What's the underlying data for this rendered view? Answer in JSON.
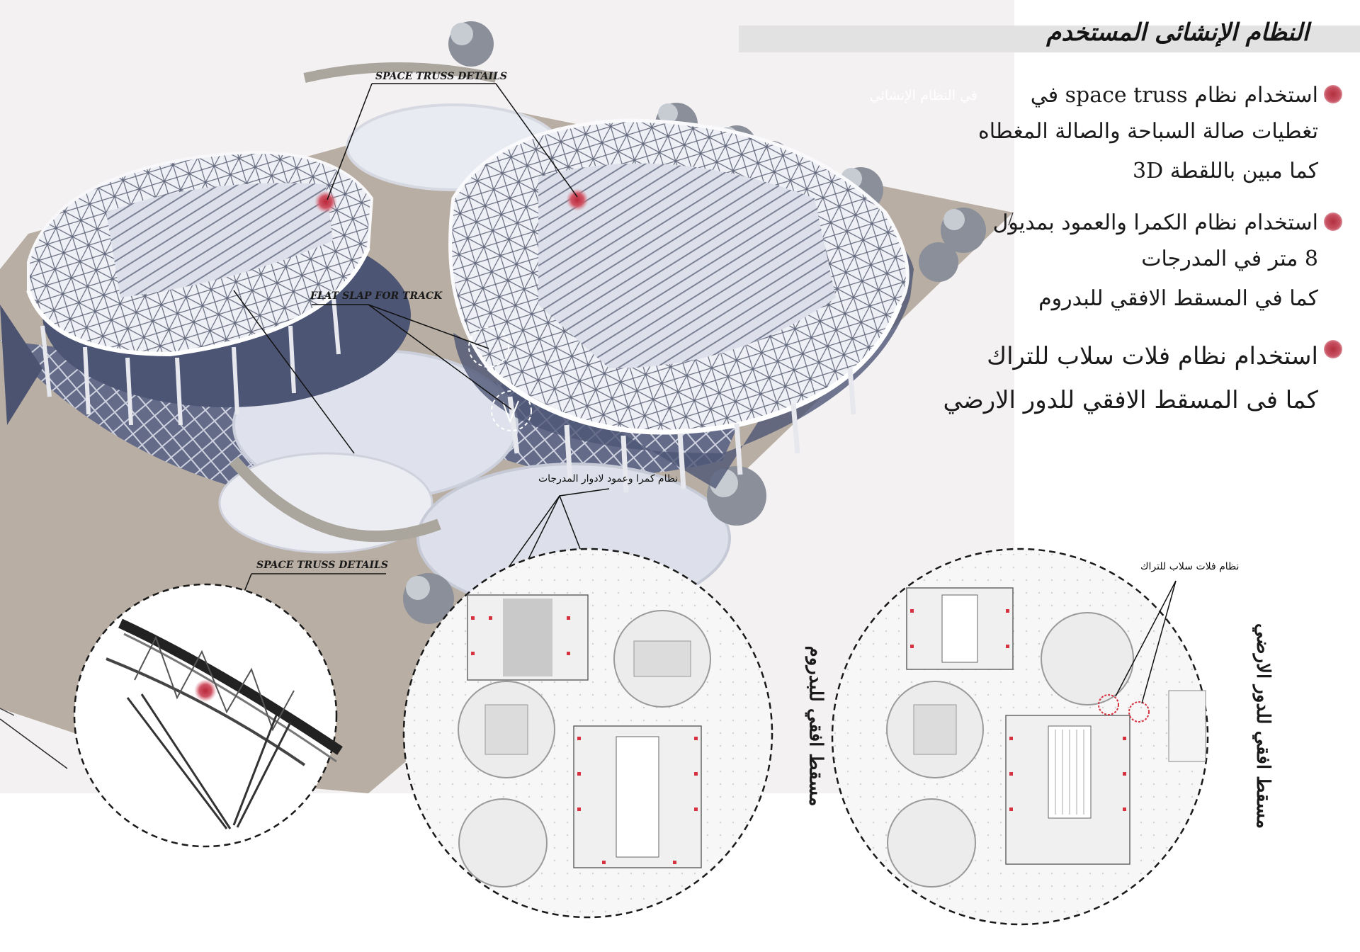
{
  "heading": "النظام الإنشائى المستخدم",
  "ghost_caption": "في النظام الإنشائي",
  "bullets": [
    {
      "lines": [
        "استخدام نظام space truss في",
        "تغطيات صالة السباحة والصالة المغطاه",
        "كما مبين باللقطة 3D"
      ]
    },
    {
      "lines": [
        "استخدام نظام الكمرا والعمود بمديول",
        "8 متر في المدرجات",
        "كما في المسقط الافقي للبدروم"
      ]
    },
    {
      "lines": [
        "استخدام نظام فلات سلاب للتراك",
        "كما فى المسقط الافقي للدور الارضي"
      ]
    }
  ],
  "perspective_labels": {
    "space_truss_top": "SPACE TRUSS DETAILS",
    "flat_slab": "FLAT SLAP FOR TRACK",
    "beam_column": "نظام كمرا وعمود لادوار المدرجات",
    "space_truss_detail": "SPACE TRUSS DETAILS"
  },
  "plans": {
    "basement_caption": "مسقط افقي للبدروم",
    "ground_caption": "مسقط افقي للدور الارضي",
    "flat_slab_tag": "نظام فلات سلاب للتراك"
  },
  "colors": {
    "heading_bar": "#e2e2e2",
    "marker": "#c04453",
    "site": "#b7ada2",
    "shadow": "#4f5878",
    "structure": "#f2f3f8"
  }
}
